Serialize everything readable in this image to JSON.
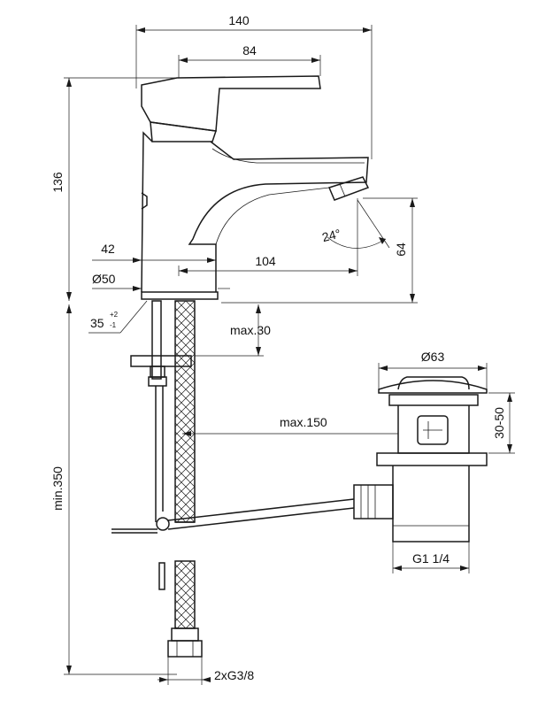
{
  "dimensions": {
    "width_total": "140",
    "handle_length": "84",
    "height_total": "136",
    "base_offset": "42",
    "spout_reach": "104",
    "spout_height": "64",
    "base_diameter": "Ø50",
    "spout_angle": "24°",
    "hole_diameter": "35",
    "hole_tol_plus": "+2",
    "hole_tol_minus": "-1",
    "max_thickness": "max.30",
    "min_length": "min.350",
    "max_drain_offset": "max.150",
    "waste_diameter": "Ø63",
    "waste_height": "30-50",
    "waste_thread": "G1 1/4",
    "supply_thread": "2xG3/8"
  },
  "colors": {
    "line": "#1a1a1a",
    "background": "#ffffff"
  }
}
